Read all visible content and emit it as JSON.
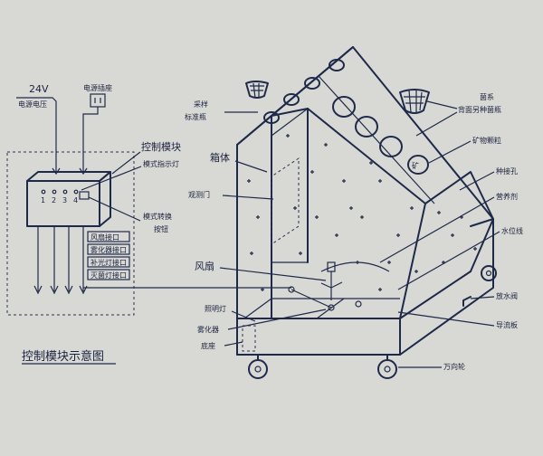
{
  "control": {
    "power_24v": "24V",
    "power_24v_sub": "电源电压",
    "power_socket": "电源插座",
    "module_label": "控制模块",
    "indicator_label": "模式指示灯",
    "switch_label_1": "模式转换",
    "switch_label_2": "按钮",
    "terminals": [
      "1",
      "2",
      "3",
      "4"
    ],
    "outputs": [
      "风扇接口",
      "雾化器接口",
      "补光灯接口",
      "灭菌灯接口"
    ],
    "title": "控制模块示意图"
  },
  "cabinet": {
    "labels": {
      "sample_bottle": [
        "采样",
        "标准瓶"
      ],
      "cabinet_body": "箱体",
      "observation_door": "观测门",
      "fan": "风扇",
      "lighting_lamp": "照明灯",
      "atomizer": "雾化器",
      "base": "底座",
      "strain_bottle": [
        "菌系",
        "背面另种菌瓶"
      ],
      "mineral_particle": "矿物颗粒",
      "inoculation_hole": "种接孔",
      "culture_medium": "营养剂",
      "water_line": "水位线",
      "drain_valve": "放水阀",
      "guide_plate": "导流板",
      "caster": "万向轮"
    },
    "mineral_marker": "矿"
  }
}
